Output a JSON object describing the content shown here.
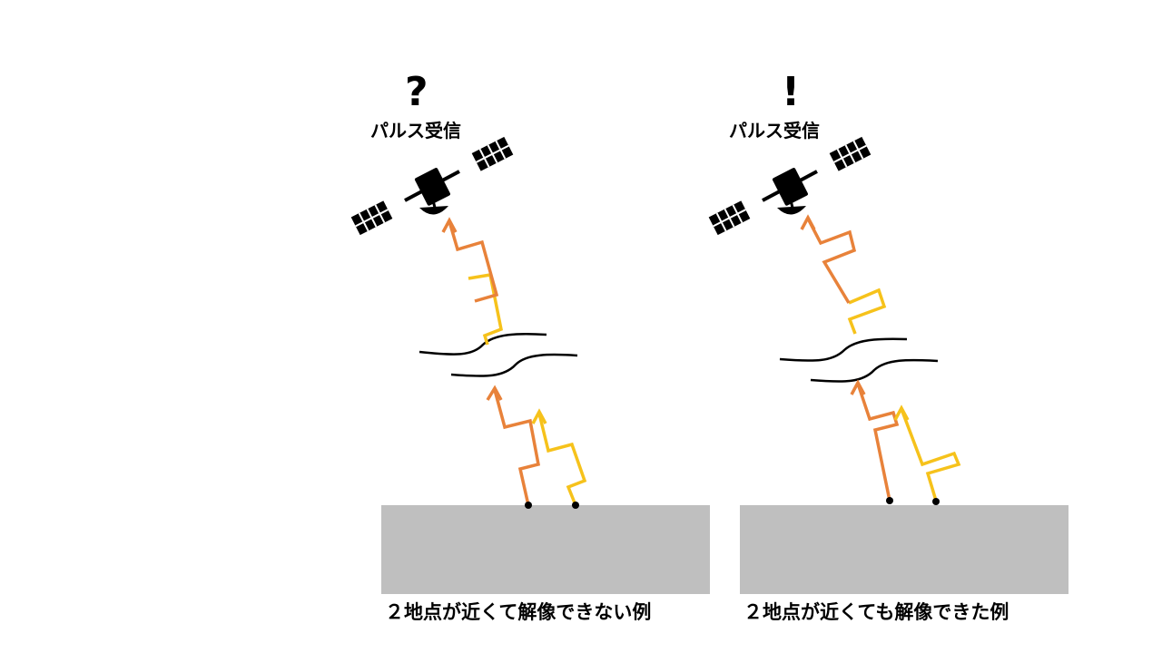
{
  "colors": {
    "signal_a": "#E8823A",
    "signal_b": "#F6C21B",
    "ground": "#BFBFBF",
    "ink": "#000000"
  },
  "panels": [
    {
      "mark": "?",
      "receive_label": "パルス受信",
      "caption": "２地点が近くて解像できない例"
    },
    {
      "mark": "!",
      "receive_label": "パルス受信",
      "caption": "２地点が近くても解像できた例"
    }
  ],
  "icons": {
    "satellite": "satellite-icon",
    "cloud_layer": "atmosphere-lines"
  }
}
